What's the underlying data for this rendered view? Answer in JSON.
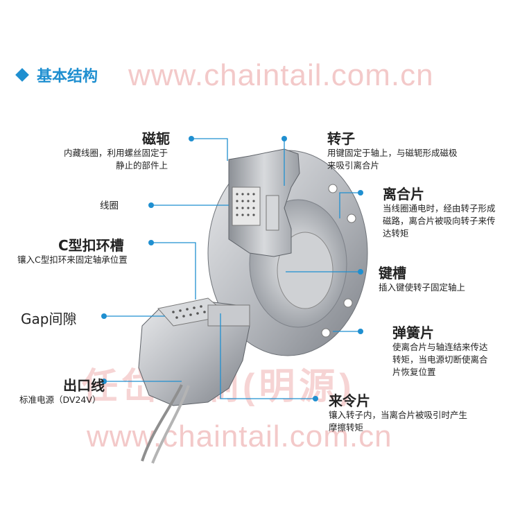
{
  "heading": "基本结构",
  "watermark": {
    "top": "www.chaintail.com.cn",
    "middle": "任岱控制(明源)",
    "bottom": "www.chaintail.com.cn"
  },
  "accent_color": "#1f8fd0",
  "labels": {
    "yoke": {
      "title": "磁轭",
      "desc1": "内藏线圈，利用螺丝固定于",
      "desc2": "静止的部件上"
    },
    "coil": {
      "title": "线圈"
    },
    "cring": {
      "title": "C型扣环槽",
      "desc1": "镶入C型扣环来固定轴承位置"
    },
    "gap": {
      "title": "Gap间隙"
    },
    "leadwire": {
      "title": "出口线",
      "desc1": "标准电源（DV24V）"
    },
    "rotor": {
      "title": "转子",
      "desc1": "用键固定于轴上，与磁轭形成磁极",
      "desc2": "来吸引离合片"
    },
    "armature": {
      "title": "离合片",
      "desc1": "当线圈通电时，经由转子形成",
      "desc2": "磁路，离合片被吸向转子来传",
      "desc3": "达转矩"
    },
    "keyway": {
      "title": "键槽",
      "desc1": "插入键使转子固定轴上"
    },
    "spring": {
      "title": "弹簧片",
      "desc1": "使离合片与轴连结来传达",
      "desc2": "转矩，当电源切断使离合",
      "desc3": "片恢复位置"
    },
    "lining": {
      "title": "来令片",
      "desc1": "镶入转子内，当离合片被吸引时产生",
      "desc2": "摩擦转矩"
    }
  }
}
